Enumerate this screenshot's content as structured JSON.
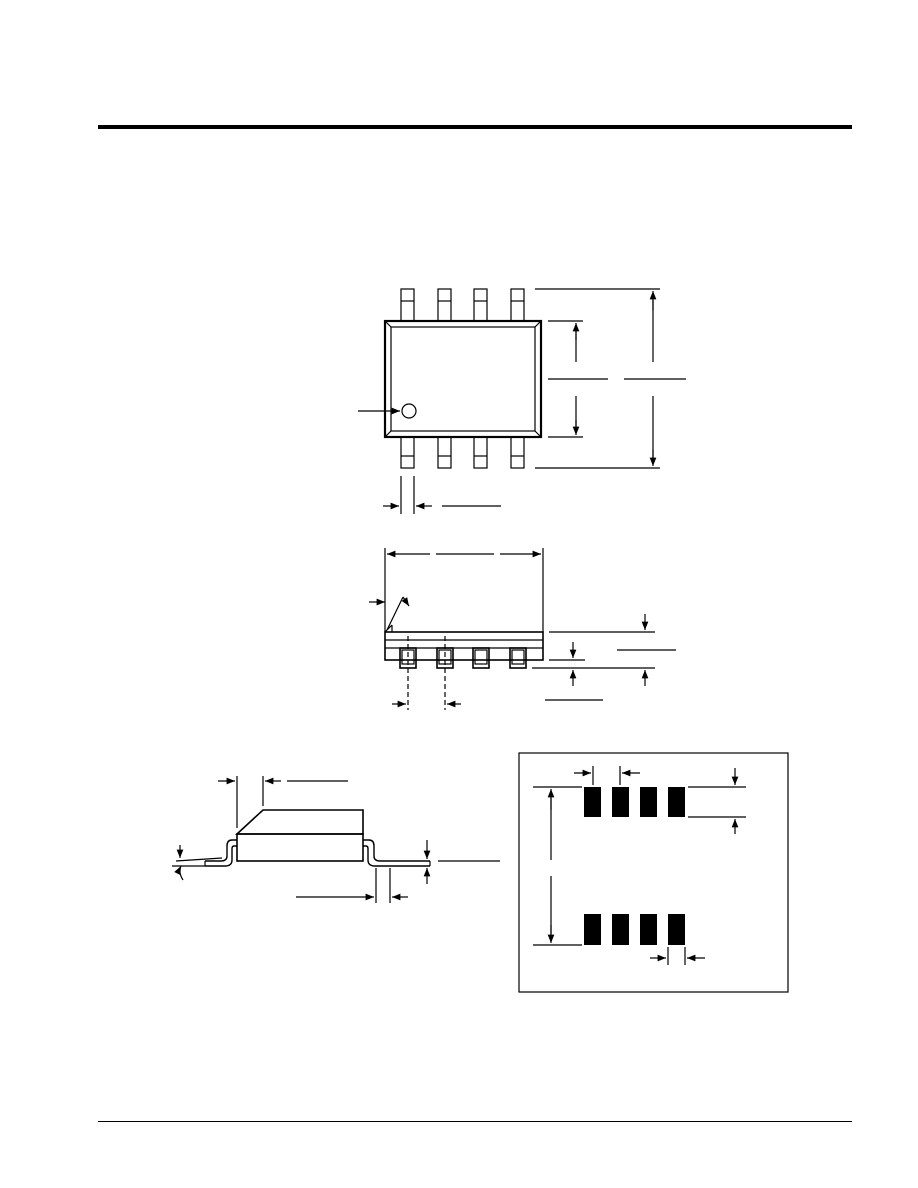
{
  "page": {
    "background": "#ffffff",
    "line_color": "#000000"
  },
  "drawings": [
    {
      "id": "top-view",
      "pins_per_side": 4
    },
    {
      "id": "side-view",
      "pins_visible": 4
    },
    {
      "id": "end-view"
    },
    {
      "id": "footprint",
      "pads_per_row": 4,
      "rows": 2
    }
  ]
}
